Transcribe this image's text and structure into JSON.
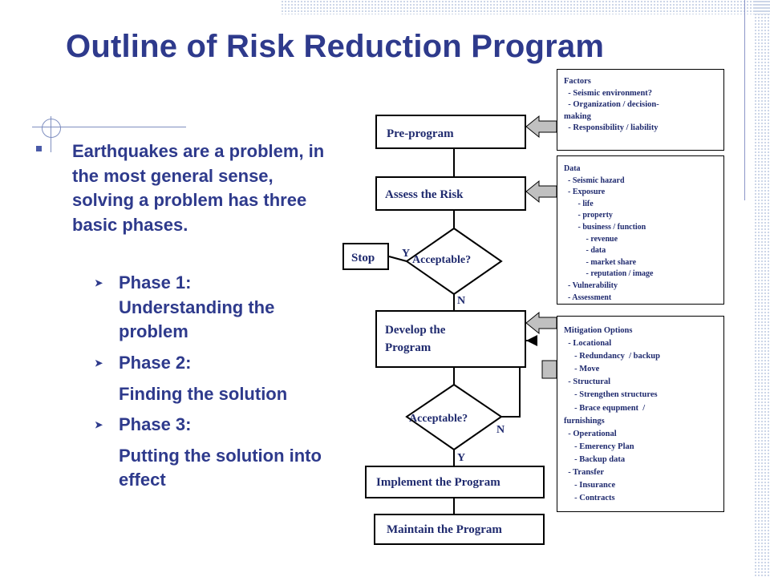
{
  "title": "Outline of Risk Reduction Program",
  "intro": "Earthquakes are a problem, in the most general sense, solving a problem has three basic phases.",
  "phases": [
    {
      "label": "Phase 1:",
      "desc": "Understanding the problem"
    },
    {
      "label": "Phase 2:",
      "desc": "Finding the solution"
    },
    {
      "label": "Phase 3:",
      "desc": "Putting the solution into effect"
    }
  ],
  "flow": {
    "pre_program": "Pre-program",
    "assess": "Assess the Risk",
    "acceptable_1": "Acceptable?",
    "stop": "Stop",
    "y_1": "Y",
    "n_1": "N",
    "develop": "Develop the Program",
    "acceptable_2": "Acceptable?",
    "n_2": "N",
    "y_2": "Y",
    "implement": "Implement the Program",
    "maintain": "Maintain the Program"
  },
  "factors_box": [
    "Factors",
    "  - Seismic environment?",
    "  - Organization / decision-",
    "making",
    "  - Responsibility / liability"
  ],
  "data_box": [
    "Data",
    "  - Seismic hazard",
    "  - Exposure",
    "       - life",
    "       - property",
    "       - business / function",
    "           - revenue",
    "           - data",
    "           - market share",
    "           - reputation / image",
    "  - Vulnerability",
    "  - Assessment"
  ],
  "mitigation_box": [
    "Mitigation Options",
    "  - Locational",
    "     - Redundancy  / backup",
    "     - Move",
    "  - Structural",
    "     - Strengthen structures",
    "     - Brace equpment  /",
    "furnishings",
    "  - Operational",
    "     - Emerency Plan",
    "     - Backup data",
    "  - Transfer",
    "     - Insurance",
    "     - Contracts"
  ]
}
